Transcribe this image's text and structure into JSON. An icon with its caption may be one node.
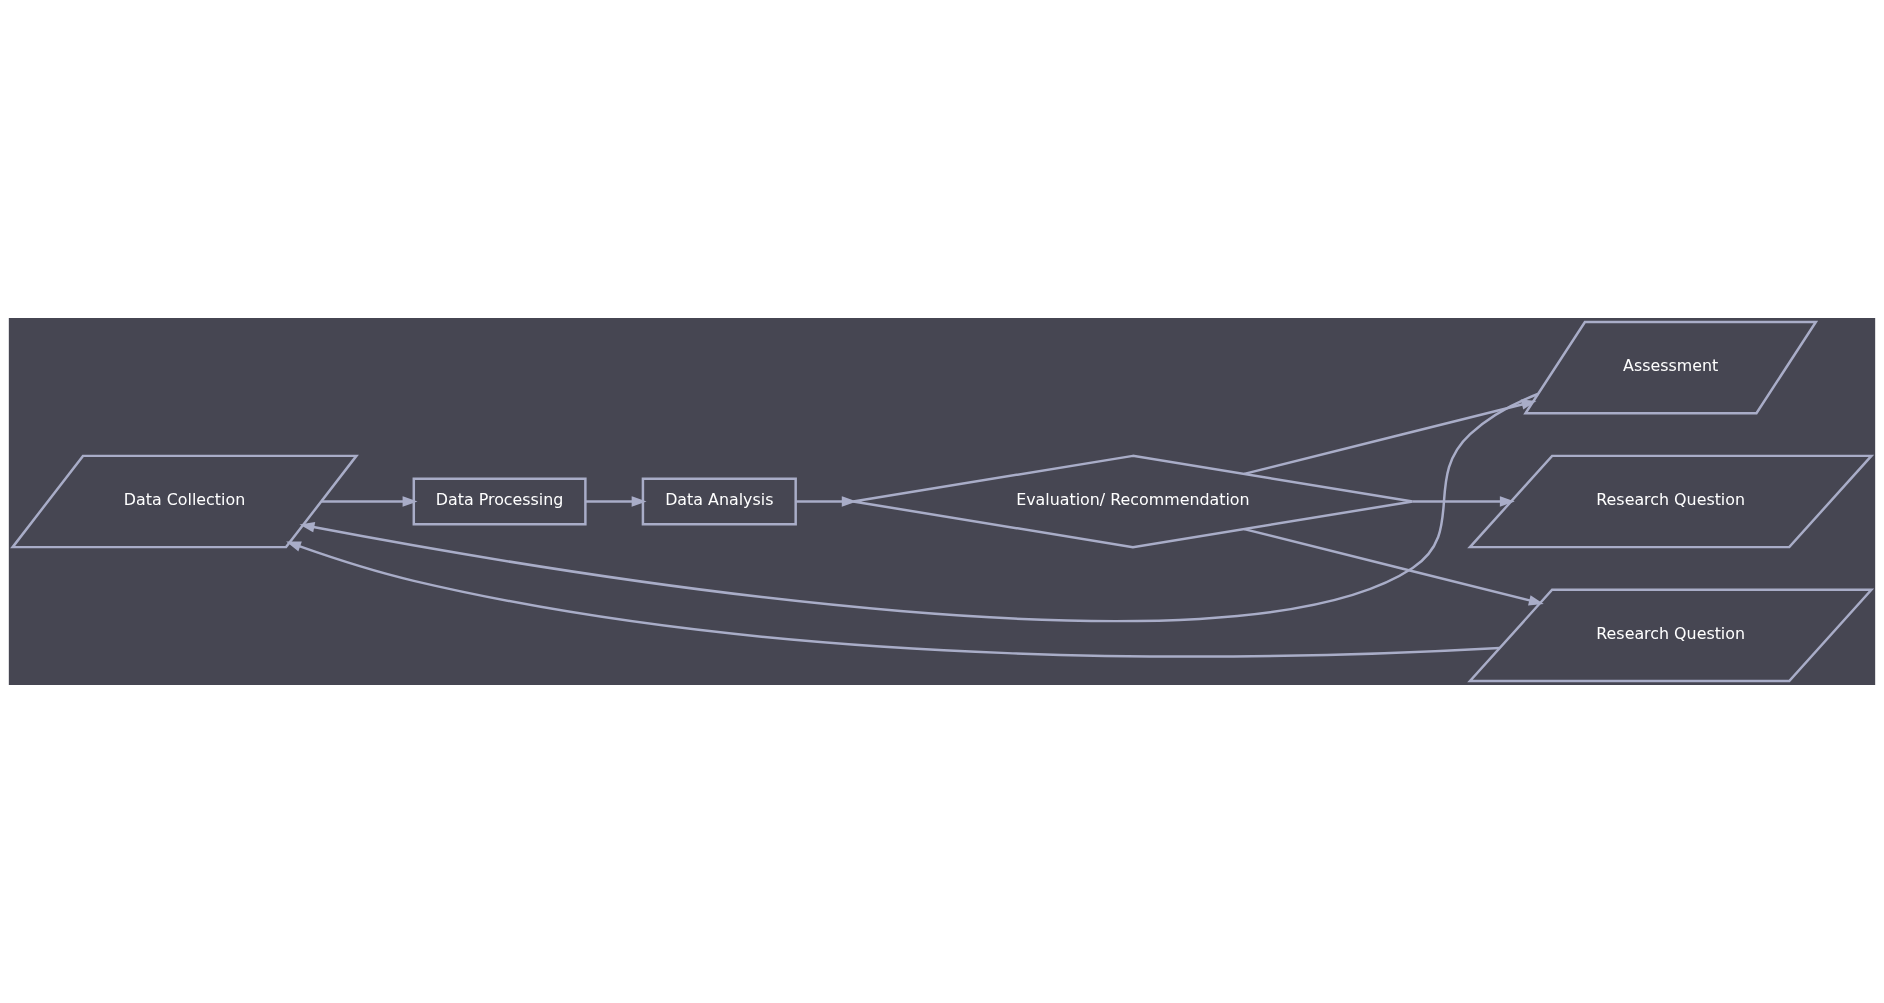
{
  "diagram": {
    "nodes": [
      {
        "text": [
          "Data Collection"
        ]
      },
      {
        "text": [
          "Data Processing"
        ]
      },
      {
        "text": [
          "Data Analysis"
        ]
      },
      {
        "text": [
          "Evaluation/ Recommendation"
        ]
      },
      {
        "text": [
          "Assessment"
        ]
      },
      {
        "text": [
          "Research Question"
        ]
      },
      {
        "text": [
          "Research Question"
        ]
      }
    ],
    "edges": [
      {
        "from": 0,
        "to": 1,
        "arrow": "to"
      },
      {
        "from": 1,
        "to": 2,
        "arrow": "to"
      },
      {
        "from": 2,
        "to": 3,
        "arrow": "to"
      },
      {
        "from": 3,
        "to": 4,
        "arrow": "to"
      },
      {
        "from": 3,
        "to": 5,
        "arrow": "to"
      },
      {
        "from": 3,
        "to": 6,
        "arrow": "to"
      },
      {
        "from": 4,
        "to": 0,
        "arrow": "to"
      },
      {
        "from": 6,
        "to": 0,
        "arrow": "to"
      }
    ]
  }
}
